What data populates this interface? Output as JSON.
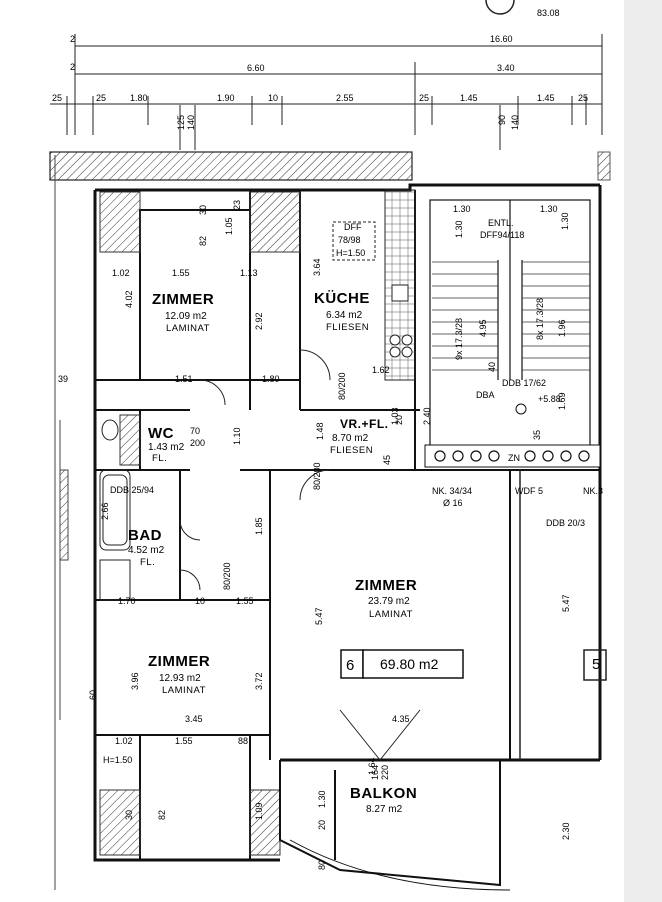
{
  "top": {
    "drawing_ref": "83.08"
  },
  "dims_top": {
    "total": "16.60",
    "left_block": "6.60",
    "right_block": "3.40",
    "seg": [
      "25",
      "25",
      "1.80",
      "1.90",
      "10",
      "2.55",
      "25",
      "1.45",
      "1.45",
      "25"
    ],
    "left_marks": [
      "2",
      "2",
      "25"
    ],
    "stair_dims": [
      "90",
      "140"
    ],
    "left_h": [
      "125",
      "140"
    ]
  },
  "rooms": {
    "zimmer1": {
      "name": "ZIMMER",
      "area": "12.09 m2",
      "floor": "LAMINAT"
    },
    "kueche": {
      "name": "KÜCHE",
      "area": "6.34 m2",
      "floor": "FLIESEN"
    },
    "wc": {
      "name": "WC",
      "area": "1.43 m2",
      "floor": "FL."
    },
    "vr": {
      "name": "VR.+FL.",
      "area": "8.70 m2",
      "floor": "FLIESEN"
    },
    "bad": {
      "name": "BAD",
      "area": "4.52 m2",
      "floor": "FL."
    },
    "zimmer2": {
      "name": "ZIMMER",
      "area": "23.79 m2",
      "floor": "LAMINAT"
    },
    "zimmer3": {
      "name": "ZIMMER",
      "area": "12.93 m2",
      "floor": "LAMINAT"
    },
    "balkon": {
      "name": "BALKON",
      "area": "8.27 m2"
    }
  },
  "unit": {
    "number": "6",
    "area": "69.80 m2",
    "neighbor": "5"
  },
  "labels": {
    "dff1": "DFF",
    "dff1b": "78/98",
    "dff1c": "H=1.50",
    "entl": "ENTL.",
    "dff2": "DFF94/118",
    "ddb_bad": "DDB 25/94",
    "ddb_stair": "DDB 17/62",
    "dba": "DBA",
    "level": "+5.88",
    "nk": "NK. 34/34",
    "dia": "Ø 16",
    "wdf": "WDF 5",
    "ddb2": "DDB 20/3",
    "nk2": "NK.3",
    "zn": "ZN",
    "stair1": "9x 17.3/28",
    "stair2": "8x 17.3/28",
    "h150": "H=1.50",
    "door1": "80/200",
    "door2": "80/200",
    "door3": "80/200",
    "d70": "70",
    "d200": "200",
    "d164": "164",
    "d220": "220"
  },
  "dims_inner": [
    "1.02",
    "1.55",
    "1.13",
    "4.02",
    "2.92",
    "1.51",
    "1.80",
    "39",
    "3.64",
    "82",
    "30",
    "1.05",
    "23",
    "1.30",
    "1.30",
    "1.30",
    "1.30",
    "4.95",
    "1.96",
    "40",
    "1.69",
    "1.48",
    "1.10",
    "45",
    "20",
    "35",
    "3.45",
    "4.35",
    "1.02",
    "1.55",
    "88",
    "3.96",
    "3.72",
    "2.66",
    "1.85",
    "5.47",
    "5.47",
    "1.70",
    "10",
    "1.55",
    "1.30",
    "30",
    "82",
    "1.09",
    "2.30",
    "1.64",
    "20",
    "80",
    "60",
    "1.62",
    "1.03",
    "2.40"
  ]
}
